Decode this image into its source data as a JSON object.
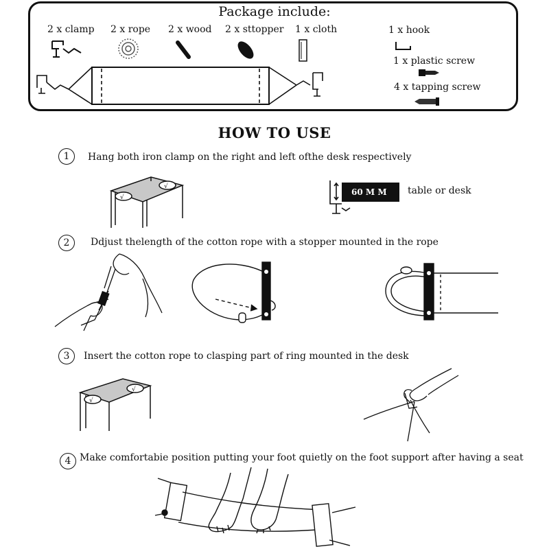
{
  "package": {
    "title": "Package include:",
    "items": [
      {
        "label": "2 x clamp",
        "icon": "clamp-icon"
      },
      {
        "label": "2 x rope",
        "icon": "rope-coil-icon"
      },
      {
        "label": "2 x wood",
        "icon": "wood-stick-icon"
      },
      {
        "label": "2 x sttopper",
        "icon": "stopper-icon"
      },
      {
        "label": "1 x cloth",
        "icon": "cloth-icon"
      },
      {
        "label": "1 x hook",
        "icon": "hook-icon"
      },
      {
        "label": "1 x plastic screw",
        "icon": "plastic-screw-icon"
      },
      {
        "label": "4 x tapping screw",
        "icon": "tapping-screw-icon"
      }
    ]
  },
  "how_to_use": {
    "title": "HOW TO USE",
    "steps": [
      {
        "number": "1",
        "text": "Hang both iron clamp on the right and left ofthe desk respectively"
      },
      {
        "number": "2",
        "text": "Ddjust thelength of the cotton rope with a stopper mounted in the rope"
      },
      {
        "number": "3",
        "text": "Insert the cotton rope to clasping part of ring mounted in the desk"
      },
      {
        "number": "4",
        "text": "Make comfortabie position putting your foot quietly on the foot support after having a seat"
      }
    ],
    "clamp_spec": {
      "thickness": "60 M M",
      "caption": "table or desk"
    }
  },
  "colors": {
    "ink": "#111111",
    "table_top": "#c8c8c8",
    "background": "#ffffff"
  }
}
